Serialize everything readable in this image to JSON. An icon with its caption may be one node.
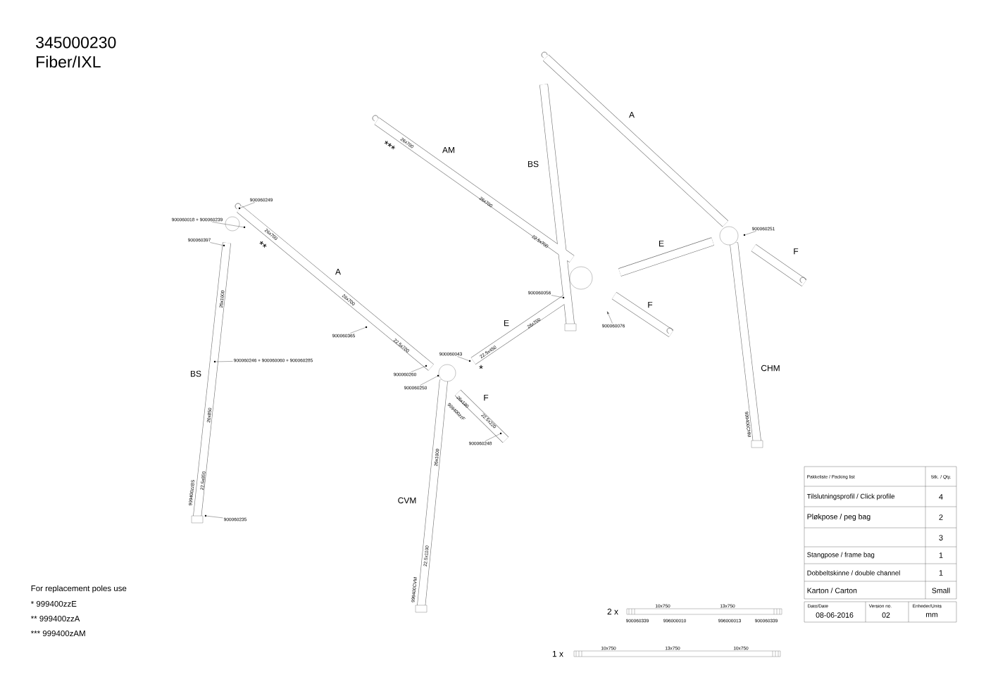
{
  "diagram": {
    "title": "345000230 Fiber/IXL",
    "nodes": [
      {
        "text": [
          "900060249"
        ]
      },
      {
        "text": [
          "900060018 + 900060239"
        ]
      },
      {
        "text": [
          "900060397"
        ]
      },
      {
        "text": [
          "900060365"
        ]
      },
      {
        "text": [
          "900060246 + 900060060 + 900060285"
        ]
      },
      {
        "text": [
          "900060235"
        ]
      },
      {
        "text": [
          "900060260"
        ]
      },
      {
        "text": [
          "900060250"
        ]
      },
      {
        "text": [
          "900060043"
        ]
      },
      {
        "text": [
          "900060248"
        ]
      },
      {
        "text": [
          "900060056"
        ]
      },
      {
        "text": [
          "900060076"
        ]
      },
      {
        "text": [
          "900060251"
        ]
      },
      {
        "text": [],
        "shape": "circle"
      },
      {
        "text": [],
        "shape": "circle"
      },
      {
        "text": [],
        "shape": "circle"
      },
      {
        "text": [],
        "shape": "circle"
      },
      {
        "text": [],
        "shape": "circle"
      },
      {
        "text": [],
        "shape": "circle"
      },
      {
        "text": [],
        "shape": "circle"
      },
      {
        "text": [],
        "shape": "circle"
      },
      {
        "text": [],
        "shape": "circle"
      },
      {
        "text": [],
        "shape": "circle"
      },
      {
        "text": [],
        "shape": "circle"
      },
      {
        "text": [],
        "shape": "circle"
      }
    ],
    "edges": [
      {
        "from": 0,
        "to": 16,
        "arrow": "none"
      },
      {
        "from": 1,
        "to": 17,
        "arrow": "none"
      },
      {
        "from": 2,
        "to": 15,
        "arrow": "none"
      },
      {
        "from": 3,
        "to": 18,
        "arrow": "none"
      },
      {
        "from": 4,
        "to": 14,
        "arrow": "none"
      },
      {
        "from": 5,
        "to": 13,
        "arrow": "none"
      },
      {
        "from": 6,
        "to": 19,
        "arrow": "none"
      },
      {
        "from": 7,
        "to": 20,
        "arrow": "none"
      },
      {
        "from": 8,
        "to": 21,
        "arrow": "none"
      },
      {
        "from": 9,
        "to": 22,
        "arrow": "none"
      },
      {
        "from": 10,
        "to": 23,
        "arrow": "none"
      },
      {
        "from": 11,
        "to": null,
        "arrow": "to"
      },
      {
        "from": 12,
        "to": 24,
        "arrow": "none"
      }
    ],
    "labels": [
      "A",
      "AM",
      "BS",
      "***",
      "26x700",
      "26x700",
      "22.5x700",
      "A",
      "**",
      "26x700",
      "26x700",
      "22.5x700",
      "E",
      "F",
      "F",
      "E",
      "26x700",
      "22.5x450",
      "*",
      "26x1000",
      "BS",
      "26x850",
      "22.5x850",
      "999400zzBS",
      "F",
      "26x180",
      "999400zzF",
      "22.5x220",
      "CHM",
      "999400CHM",
      "CVM",
      "26x1000",
      "22.5x1100",
      "999400CVM",
      "Pakkeliste / Packing list",
      "Stk. / Qty.",
      "Tilslutningsprofil / Click profile",
      "4",
      "Pløkpose / peg bag",
      "2",
      "3",
      "Stangpose / frame bag",
      "1",
      "Dobbeltskinne / double channel",
      "1",
      "Karton / Carton",
      "Small",
      "Dato/Date",
      "Version no.",
      "Enheder/Units",
      "08-06-2016",
      "02",
      "mm",
      "For replacement poles use",
      "* 999400zzE",
      "** 999400zzA",
      "*** 999400zAM",
      "2 x",
      "10x750",
      "13x750",
      "900060339",
      "996000010",
      "996000013",
      "900060339",
      "1 x",
      "10x750",
      "13x750",
      "10x750"
    ]
  }
}
